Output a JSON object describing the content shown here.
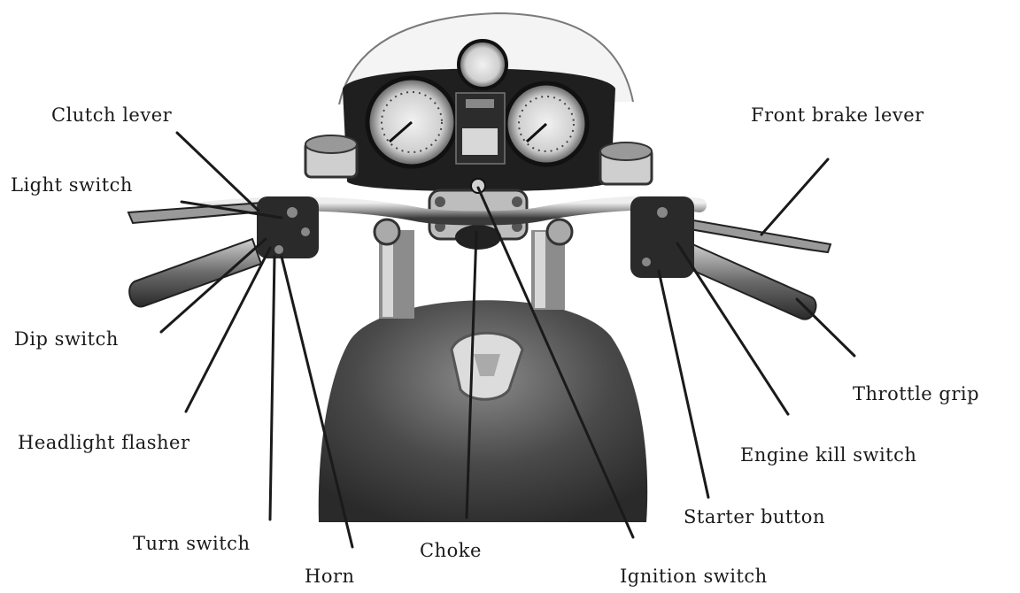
{
  "diagram": {
    "labels": {
      "clutch_lever": "Clutch lever",
      "light_switch": "Light switch",
      "dip_switch": "Dip switch",
      "headlight_flasher": "Headlight flasher",
      "turn_switch": "Turn switch",
      "horn": "Horn",
      "choke": "Choke",
      "ignition_switch": "Ignition switch",
      "starter_button": "Starter button",
      "engine_kill_switch": "Engine kill switch",
      "throttle_grip": "Throttle grip",
      "front_brake_lever": "Front brake lever"
    },
    "colors": {
      "ink": "#1a1a1a",
      "photo_dark": "#2a2a2a",
      "photo_mid": "#6e6e6e",
      "photo_light": "#c8c8c8"
    }
  }
}
